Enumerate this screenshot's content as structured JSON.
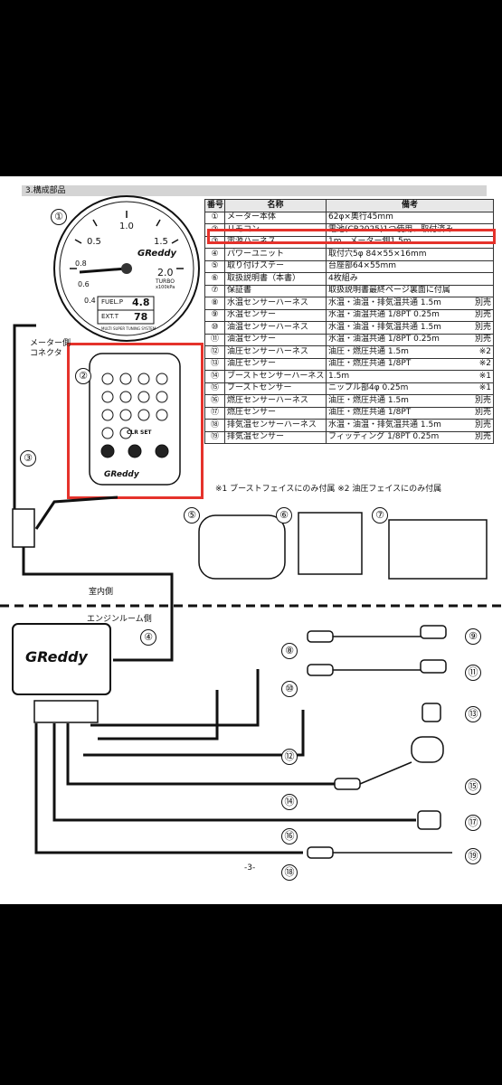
{
  "section_title": "3.構成部品",
  "table": {
    "headers": [
      "番号",
      "名称",
      "備考"
    ],
    "rows": [
      {
        "no": "①",
        "name": "メーター本体",
        "note": "62φ×奥行45mm",
        "extra": ""
      },
      {
        "no": "②",
        "name": "リモコン",
        "note": "電池(CR2025)1つ使用、取付済み",
        "extra": ""
      },
      {
        "no": "③",
        "name": "電源ハーネス",
        "note": "1m、メーター側1.5m",
        "extra": ""
      },
      {
        "no": "④",
        "name": "パワーユニット",
        "note": "取付穴5φ 84×55×16mm",
        "extra": ""
      },
      {
        "no": "⑤",
        "name": "取り付けステー",
        "note": "台座部64×55mm",
        "extra": ""
      },
      {
        "no": "⑥",
        "name": "取扱説明書（本書）",
        "note": "4枚組み",
        "extra": ""
      },
      {
        "no": "⑦",
        "name": "保証書",
        "note": "取扱説明書最終ページ裏面に付属",
        "extra": ""
      },
      {
        "no": "⑧",
        "name": "水温センサーハーネス",
        "note": "水温・油温・排気温共通 1.5m",
        "extra": "別売"
      },
      {
        "no": "⑨",
        "name": "水温センサー",
        "note": "水温・油温共通 1/8PT 0.25m",
        "extra": "別売"
      },
      {
        "no": "⑩",
        "name": "油温センサーハーネス",
        "note": "水温・油温・排気温共通 1.5m",
        "extra": "別売"
      },
      {
        "no": "⑪",
        "name": "油温センサー",
        "note": "水温・油温共通 1/8PT 0.25m",
        "extra": "別売"
      },
      {
        "no": "⑫",
        "name": "油圧センサーハーネス",
        "note": "油圧・燃圧共通 1.5m",
        "extra": "※2"
      },
      {
        "no": "⑬",
        "name": "油圧センサー",
        "note": "油圧・燃圧共通 1/8PT",
        "extra": "※2"
      },
      {
        "no": "⑭",
        "name": "ブーストセンサーハーネス",
        "note": "1.5m",
        "extra": "※1"
      },
      {
        "no": "⑮",
        "name": "ブーストセンサー",
        "note": "ニップル部4φ 0.25m",
        "extra": "※1"
      },
      {
        "no": "⑯",
        "name": "燃圧センサーハーネス",
        "note": "油圧・燃圧共通 1.5m",
        "extra": "別売"
      },
      {
        "no": "⑰",
        "name": "燃圧センサー",
        "note": "油圧・燃圧共通 1/8PT",
        "extra": "別売"
      },
      {
        "no": "⑱",
        "name": "排気温センサーハーネス",
        "note": "水温・油温・排気温共通 1.5m",
        "extra": "別売"
      },
      {
        "no": "⑲",
        "name": "排気温センサー",
        "note": "フィッティング 1/8PT 0.25m",
        "extra": "別売"
      }
    ],
    "footnote": "※1 ブーストフェイスにのみ付属  ※2 油圧フェイスにのみ付属"
  },
  "gauge": {
    "ticks": [
      "0.5",
      "1.0",
      "1.5",
      "0.8",
      "0.6",
      "0.4",
      "2.0"
    ],
    "brand": "GReddy",
    "turbo": "TURBO",
    "unit": "x100kPa",
    "readout1_label": "FUEL.P",
    "readout1_value": "4.8",
    "readout2_label": "EXT.T",
    "readout2_value": "78",
    "subtitle": "MULTI SUPER TUNING SYSTEM"
  },
  "remote": {
    "brand": "GReddy",
    "set_label": "SET",
    "clr_label": "CLR"
  },
  "power_unit_brand": "GReddy",
  "labels": {
    "meter_connector": "メーター側\nコネクタ",
    "cabin_side": "室内側",
    "engine_side": "エンジンルーム側",
    "page_number": "-3-"
  },
  "callouts": [
    "①",
    "②",
    "③",
    "④",
    "⑤",
    "⑥",
    "⑦",
    "⑧",
    "⑨",
    "⑩",
    "⑪",
    "⑫",
    "⑬",
    "⑭",
    "⑮",
    "⑯",
    "⑰",
    "⑱",
    "⑲"
  ],
  "colors": {
    "highlight": "#e5322b"
  }
}
